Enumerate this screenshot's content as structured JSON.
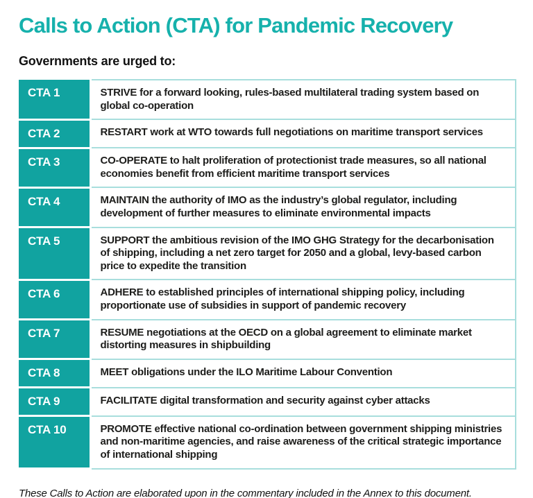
{
  "page": {
    "title": "Calls to Action (CTA) for Pandemic Recovery",
    "subtitle": "Governments are urged to:",
    "footnote": "These Calls to Action are elaborated upon in the commentary included in the Annex to this document."
  },
  "colors": {
    "accent_teal": "#11a3a0",
    "title_teal": "#16b1ac",
    "cell_border": "#a8dedd",
    "text_color": "#1d1d1b"
  },
  "table": {
    "rows": [
      {
        "id": "CTA 1",
        "text": "STRIVE for a forward looking, rules-based multilateral trading system based on global co-operation"
      },
      {
        "id": "CTA 2",
        "text": "RESTART work at WTO towards full negotiations on maritime transport services"
      },
      {
        "id": "CTA 3",
        "text": "CO-OPERATE to halt proliferation of protectionist trade measures, so all national economies benefit from efficient maritime transport services"
      },
      {
        "id": "CTA 4",
        "text": "MAINTAIN the authority of IMO as the industry’s global regulator, including development of further measures to eliminate environmental impacts"
      },
      {
        "id": "CTA 5",
        "text": "SUPPORT the ambitious revision of the IMO GHG Strategy for the decarbonisation of shipping, including a net zero target for 2050 and a global, levy-based carbon price to expedite the transition"
      },
      {
        "id": "CTA 6",
        "text": "ADHERE to established principles of international shipping policy, including proportionate use of subsidies in support of pandemic recovery"
      },
      {
        "id": "CTA 7",
        "text": "RESUME negotiations at the OECD on a global agreement to eliminate market distorting measures in shipbuilding"
      },
      {
        "id": "CTA 8",
        "text": "MEET obligations under the ILO Maritime Labour Convention"
      },
      {
        "id": "CTA 9",
        "text": "FACILITATE digital transformation and security against cyber attacks"
      },
      {
        "id": "CTA 10",
        "text": "PROMOTE effective national co-ordination between government shipping ministries and non-maritime agencies, and raise awareness of the critical strategic importance of international shipping"
      }
    ]
  }
}
